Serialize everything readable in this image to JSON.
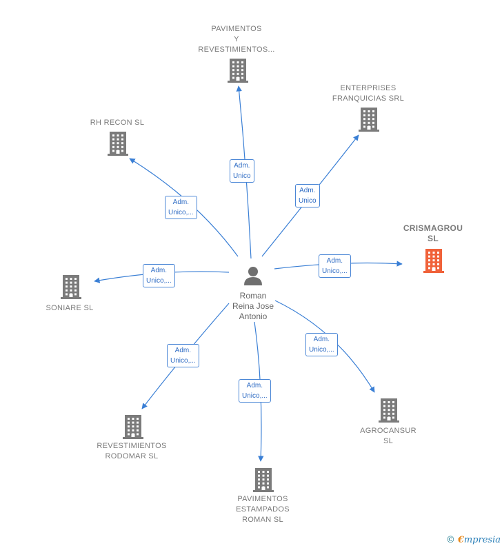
{
  "center": {
    "name_lines": [
      "Roman",
      "Reina Jose",
      "Antonio"
    ],
    "icon": "person-icon"
  },
  "companies": [
    {
      "id": "pavimentos-revestimientos",
      "lines": [
        "PAVIMENTOS",
        "Y",
        "REVESTIMIENTOS..."
      ],
      "role_lines": [
        "Adm.",
        "Unico"
      ],
      "highlight": false
    },
    {
      "id": "enterprises-franquicias",
      "lines": [
        "ENTERPRISES",
        "FRANQUICIAS SRL"
      ],
      "role_lines": [
        "Adm.",
        "Unico"
      ],
      "highlight": false
    },
    {
      "id": "rh-recon",
      "lines": [
        "RH RECON  SL"
      ],
      "role_lines": [
        "Adm.",
        "Unico,..."
      ],
      "highlight": false
    },
    {
      "id": "crismagrou",
      "lines": [
        "CRISMAGROU",
        "SL"
      ],
      "role_lines": [
        "Adm.",
        "Unico,..."
      ],
      "highlight": true
    },
    {
      "id": "soniare",
      "lines": [
        "SONIARE  SL"
      ],
      "role_lines": [
        "Adm.",
        "Unico,..."
      ],
      "highlight": false
    },
    {
      "id": "agrocansur",
      "lines": [
        "AGROCANSUR",
        "SL"
      ],
      "role_lines": [
        "Adm.",
        "Unico,..."
      ],
      "highlight": false
    },
    {
      "id": "revestimientos-rodomar",
      "lines": [
        "REVESTIMIENTOS",
        "RODOMAR SL"
      ],
      "role_lines": [
        "Adm.",
        "Unico,..."
      ],
      "highlight": false
    },
    {
      "id": "pavimentos-estampados",
      "lines": [
        "PAVIMENTOS",
        "ESTAMPADOS",
        "ROMAN  SL"
      ],
      "role_lines": [
        "Adm.",
        "Unico,..."
      ],
      "highlight": false
    }
  ],
  "colors": {
    "edge": "#3a7fd5",
    "building": "#7b7b7b",
    "building_highlight": "#f0623a",
    "person": "#6f6f6f"
  },
  "footer": {
    "copyright": "©",
    "brand_e": "€",
    "brand_rest": "mpresia"
  }
}
